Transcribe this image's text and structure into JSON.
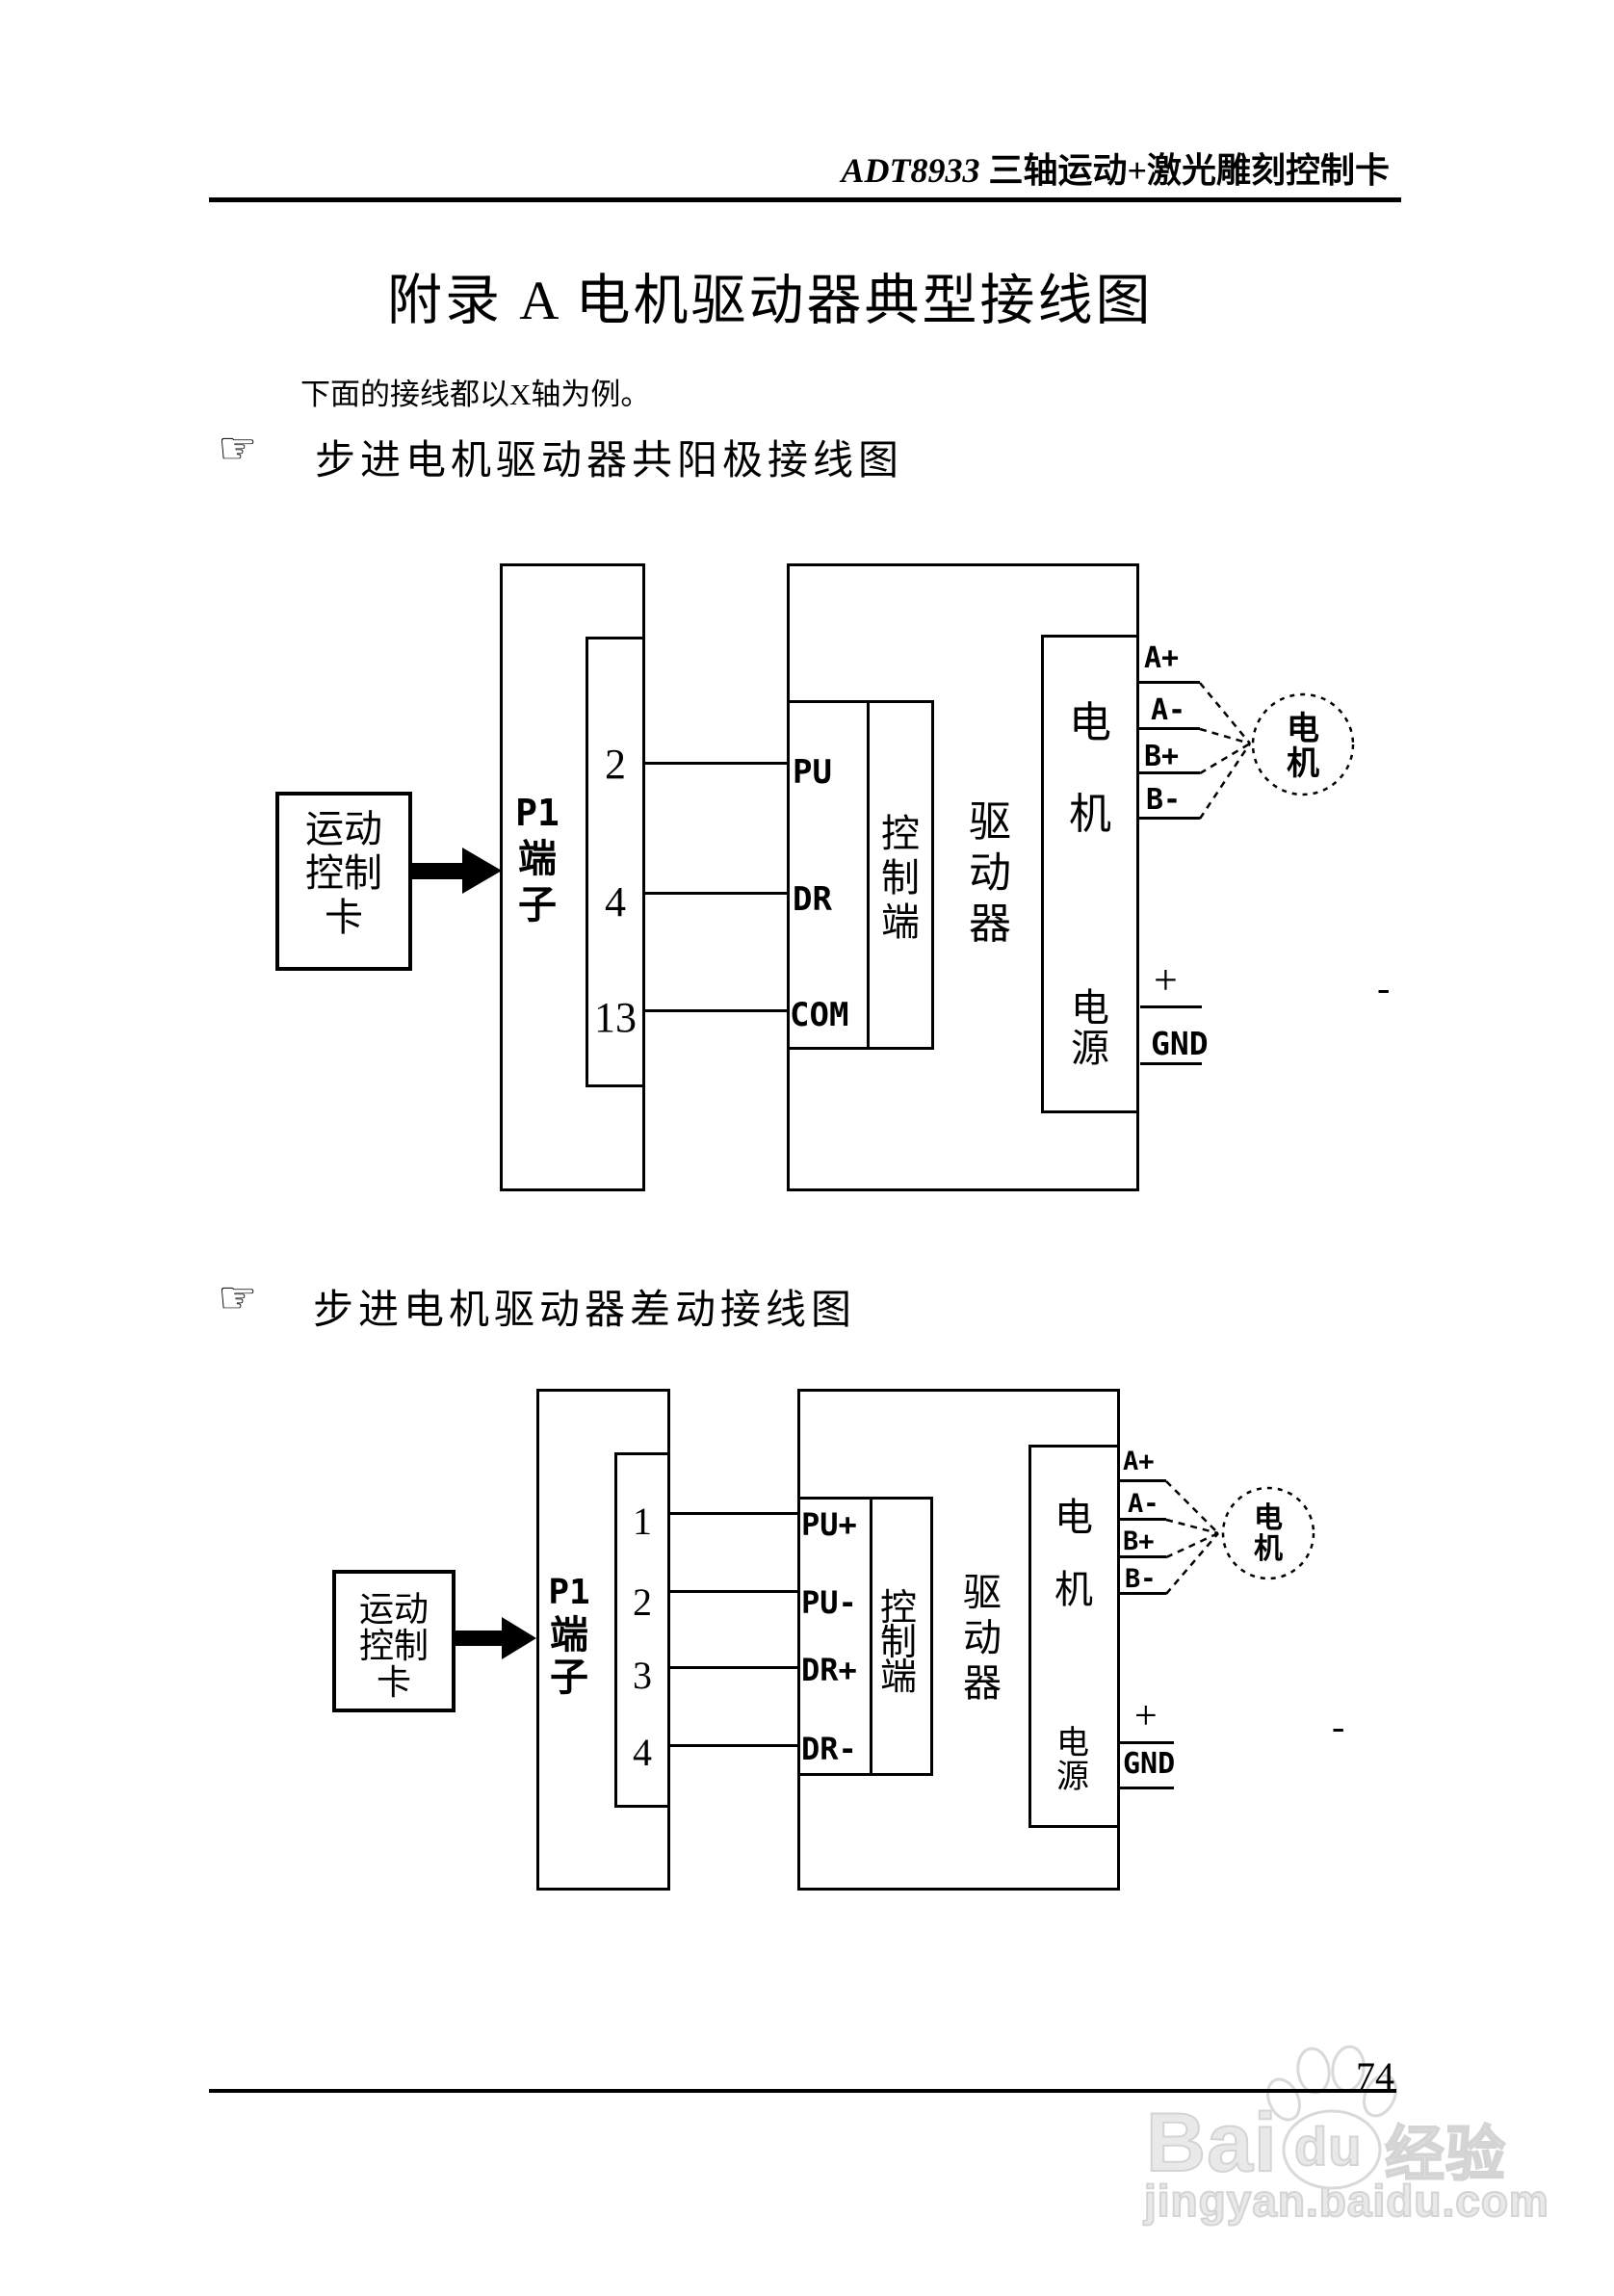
{
  "header": {
    "brand": "ADT8933",
    "subtitle": " 三轴运动+激光雕刻控制卡"
  },
  "title": "附录 A 电机驱动器典型接线图",
  "intro": "下面的接线都以X轴为例。",
  "sections": [
    {
      "pointer": "☞",
      "heading": "步进电机驱动器共阳极接线图"
    },
    {
      "pointer": "☞",
      "heading": "步进电机驱动器差动接线图"
    }
  ],
  "diagram1": {
    "card_lines": [
      "运动",
      "控制",
      "卡"
    ],
    "p1_lines": [
      "P1",
      "端",
      "子"
    ],
    "pins": [
      "2",
      "4",
      "13"
    ],
    "control_pins": [
      "PU",
      "DR",
      "COM"
    ],
    "control_label_lines": [
      "控",
      "制",
      "端"
    ],
    "driver_label_lines": [
      "驱",
      "动",
      "器"
    ],
    "motor_section_lines": [
      "电",
      "机"
    ],
    "power_section_lines": [
      "电",
      "源"
    ],
    "phase_labels": [
      "A+",
      "A-",
      "B+",
      "B-"
    ],
    "motor_circle_lines": [
      "电",
      "机"
    ],
    "power_plus": "+",
    "power_gnd": "GND",
    "stray_dash": "-"
  },
  "diagram2": {
    "card_lines": [
      "运动",
      "控制",
      "卡"
    ],
    "p1_lines": [
      "P1",
      "端",
      "子"
    ],
    "pins": [
      "1",
      "2",
      "3",
      "4"
    ],
    "control_pins": [
      "PU+",
      "PU-",
      "DR+",
      "DR-"
    ],
    "control_label_lines": [
      "控",
      "制",
      "端"
    ],
    "driver_label_lines": [
      "驱",
      "动",
      "器"
    ],
    "motor_section_lines": [
      "电",
      "机"
    ],
    "power_section_lines": [
      "电",
      "源"
    ],
    "phase_labels": [
      "A+",
      "A-",
      "B+",
      "B-"
    ],
    "motor_circle_lines": [
      "电",
      "机"
    ],
    "power_plus": "+",
    "power_gnd": "GND",
    "stray_dash": "-"
  },
  "footer": {
    "page_number": "74"
  },
  "watermark": {
    "bai": "Bai",
    "du": "du",
    "jingyan": "经验",
    "url": "jingyan.baidu.com"
  }
}
